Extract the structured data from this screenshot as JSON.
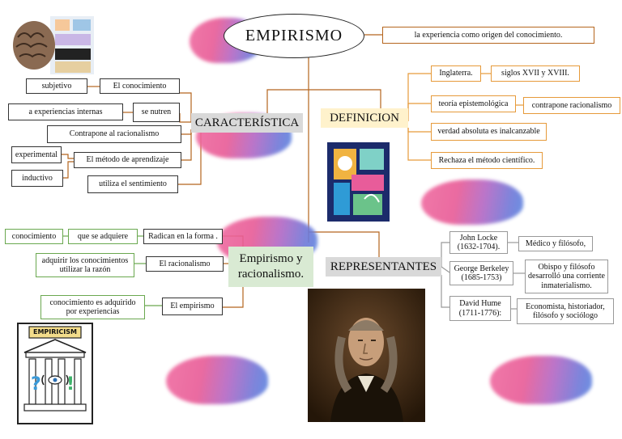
{
  "title": "EMPIRISMO",
  "title_definition": "la experiencia como origen del conocimiento.",
  "caracteristica": {
    "header": "CARACTERÍSTICA",
    "conocimiento": "El conocimiento",
    "subjetivo": "subjetivo",
    "nutren": "se nutren",
    "experiencias_internas": "a experiencias internas",
    "contrapone": "Contrapone al racionalismo",
    "metodo": "El método de aprendizaje",
    "experimental": "experimental",
    "inductivo": "inductivo",
    "sentimiento": "utiliza el sentimiento"
  },
  "definicion": {
    "header": "DEFINICION",
    "inglaterra": "Inglaterra.",
    "siglos": "siglos XVII y XVIII.",
    "teoria": "teoría epistemológica",
    "contrapone": "contrapone racionalismo",
    "verdad": "verdad absoluta es inalcanzable",
    "rechaza": "Rechaza el método científico."
  },
  "empirismo_racionalismo": {
    "header": "Empirismo y racionalismo.",
    "radican": "Radican en la forma .",
    "que_se_adquiere": "que se adquiere",
    "conocimiento": "conocimiento",
    "el_racionalismo": "El racionalismo",
    "adquirir": "adquirir los conocimientos utilizar la razón",
    "el_empirismo": "El empirismo",
    "adquirido": "conocimiento es adquirido por experiencias"
  },
  "representantes": {
    "header": "REPRESENTANTES",
    "people": [
      {
        "name": "John Locke (1632-1704).",
        "desc": "Médico y filósofo,"
      },
      {
        "name": "George Berkeley (1685-1753)",
        "desc": "Obispo y filósofo desarrolló una corriente inmaterialismo."
      },
      {
        "name": "David Hume (1711-1776):",
        "desc": "Economista, historiador, filósofo y sociólogo"
      }
    ]
  },
  "sign_label": "EMPIRICISM",
  "colors": {
    "brown_line": "#b5651d",
    "orange_line": "#e69a3a",
    "green_line": "#6aa84f",
    "caracteristica_bg": "#d9d9d9",
    "definicion_bg": "#fff2cc",
    "empirismo_bg": "#d9ead3",
    "representantes_bg": "#d9d9d9"
  }
}
